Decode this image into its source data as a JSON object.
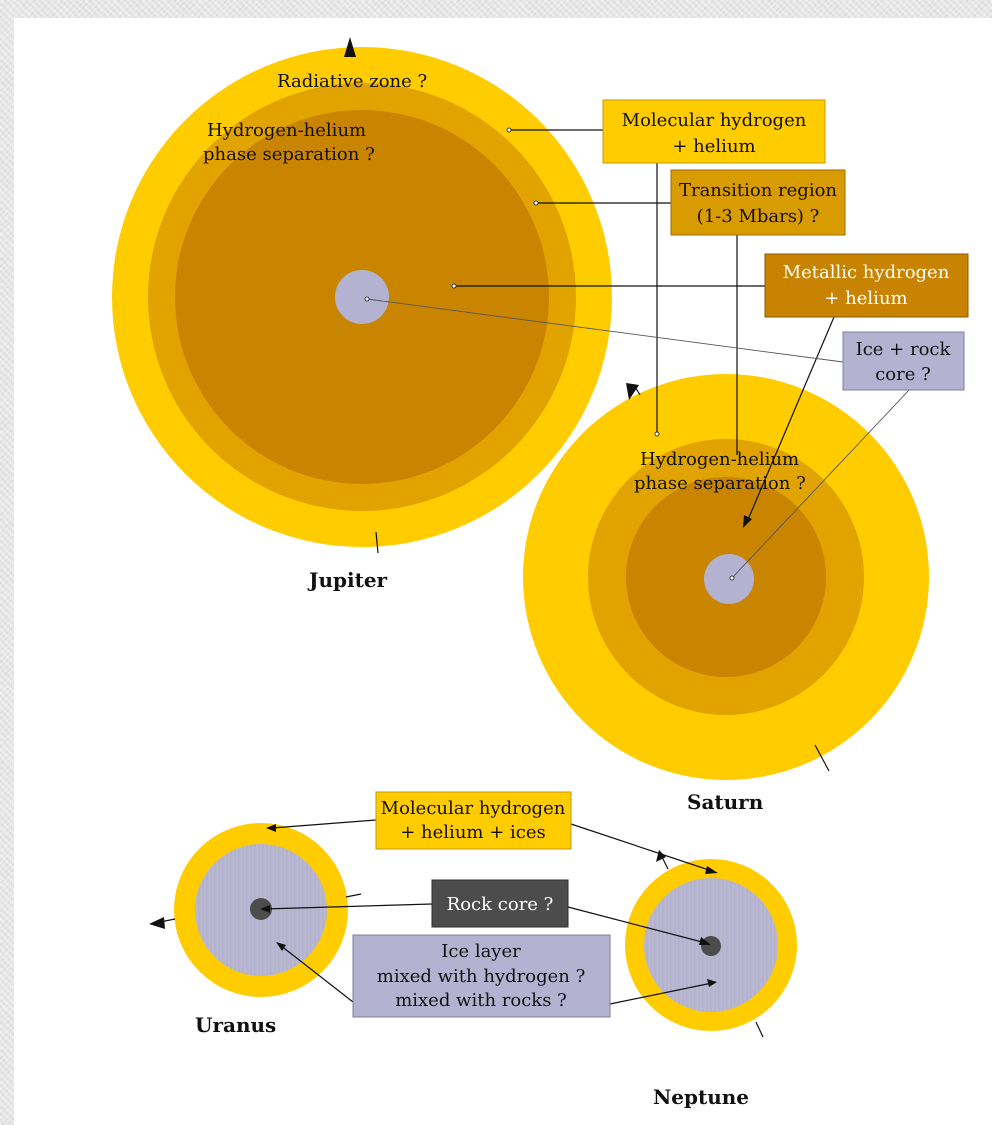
{
  "colors": {
    "molecular": "#ffcc00",
    "transition": "#e0a300",
    "metallic": "#c98500",
    "ice_rock_core": "#b3b3d1",
    "rock_core": "#4c4c4c"
  },
  "jupiter": {
    "name": "Jupiter",
    "radiative_zone": "Radiative zone ?",
    "phase_sep_line1": "Hydrogen-helium",
    "phase_sep_line2": "phase separation ?"
  },
  "saturn": {
    "name": "Saturn",
    "phase_sep_line1": "Hydrogen-helium",
    "phase_sep_line2": "phase separation ?"
  },
  "uranus": {
    "name": "Uranus"
  },
  "neptune": {
    "name": "Neptune"
  },
  "boxes": {
    "molecular_line1": "Molecular hydrogen",
    "molecular_line2": "+ helium",
    "transition_line1": "Transition region",
    "transition_line2": "(1-3 Mbars) ?",
    "metallic_line1": "Metallic hydrogen",
    "metallic_line2": "+ helium",
    "ice_rock_line1": "Ice + rock",
    "ice_rock_line2": "core ?",
    "molecular_ices_line1": "Molecular hydrogen",
    "molecular_ices_line2": "+ helium + ices",
    "rock_core": "Rock core ?",
    "ice_layer_line1": "Ice layer",
    "ice_layer_line2": "mixed with hydrogen ?",
    "ice_layer_line3": "mixed with rocks ?"
  }
}
